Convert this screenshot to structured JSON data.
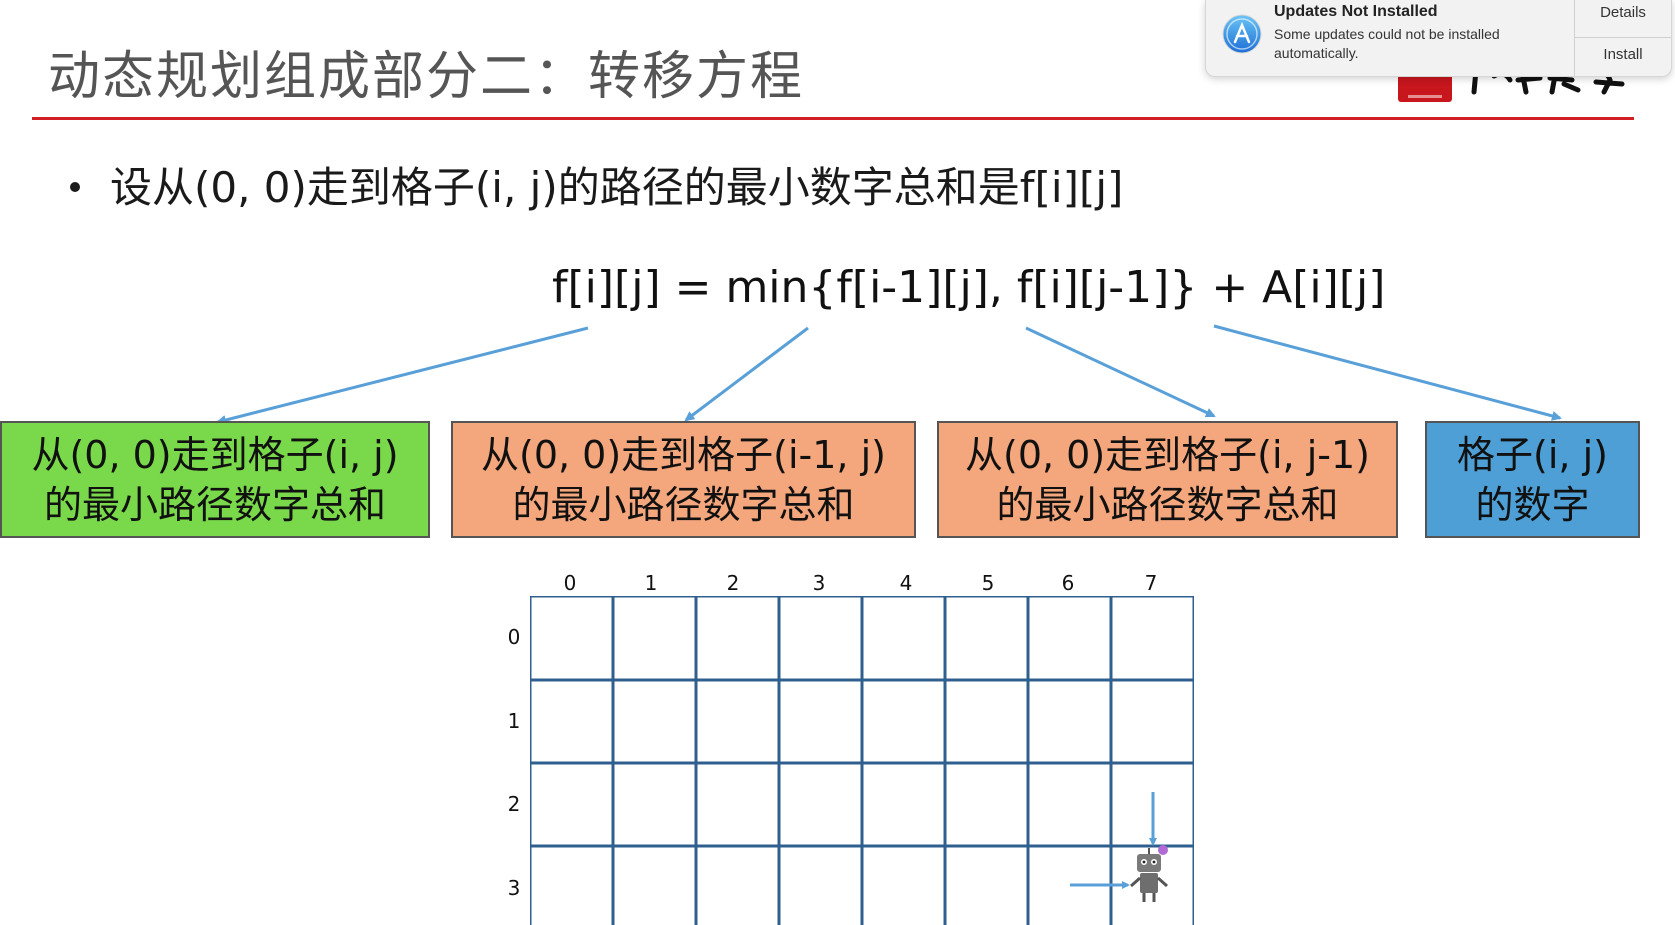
{
  "slide": {
    "title": "动态规划组成部分二：转移方程",
    "bullet": "设从(0, 0)走到格子(i, j)的路径的最小数字总和是f[i][j]",
    "formula": "f[i][j] = min{f[i-1][j], f[i][j-1]} + A[i][j]",
    "boxes": [
      {
        "line1": "从(0, 0)走到格子(i, j)",
        "line2": "的最小路径数字总和",
        "color": "#7ad94a"
      },
      {
        "line1": "从(0, 0)走到格子(i-1, j)",
        "line2": "的最小路径数字总和",
        "color": "#f4a67c"
      },
      {
        "line1": "从(0, 0)走到格子(i, j-1)",
        "line2": "的最小路径数字总和",
        "color": "#f4a67c"
      },
      {
        "line1": "格子(i, j)",
        "line2": "的数字",
        "color": "#4d9fd6"
      }
    ],
    "grid": {
      "col_labels": [
        "0",
        "1",
        "2",
        "3",
        "4",
        "5",
        "6",
        "7"
      ],
      "row_labels": [
        "0",
        "1",
        "2",
        "3"
      ],
      "line_color": "#2f5f8f",
      "arrow_color": "#5aa0d8"
    },
    "colors": {
      "title_rule": "#d21f26",
      "arrow": "#5aa0d8"
    }
  },
  "notification": {
    "title": "Updates Not Installed",
    "body": "Some updates could not be installed automatically.",
    "details_label": "Details",
    "install_label": "Install",
    "icon": "app-store-icon"
  }
}
